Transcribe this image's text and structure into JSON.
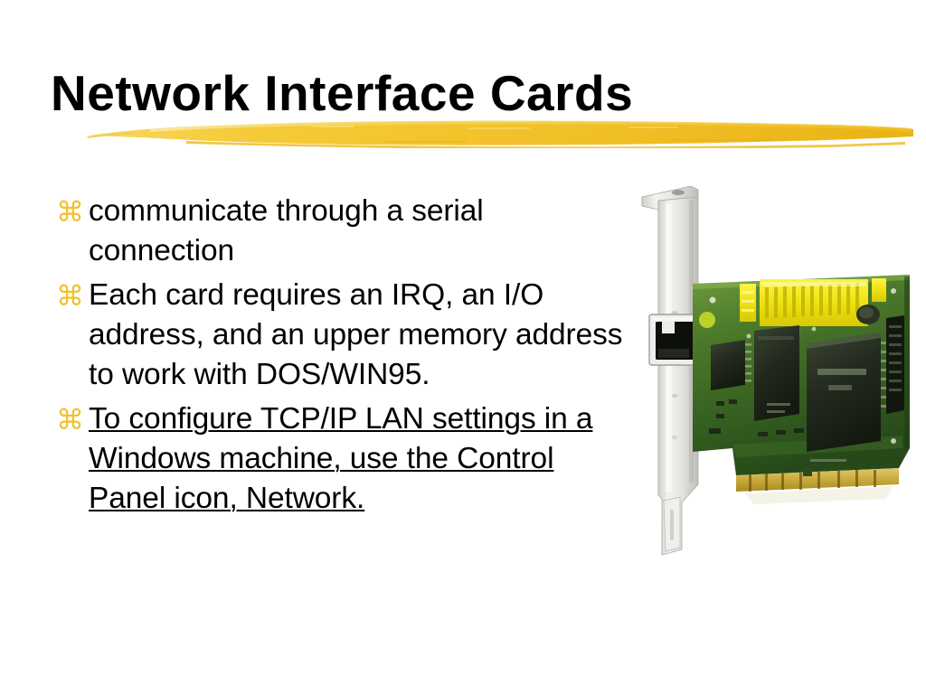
{
  "slide": {
    "title": "Network Interface Cards",
    "background_color": "#FFFFFF",
    "title_color": "#000000",
    "accent_color": "#F2C12E",
    "bullet_glyph": "⌘",
    "bullet_glyph_name": "wingdings-z-command-bullet",
    "bullets": [
      {
        "text": "communicate through a serial connection",
        "underlined": false
      },
      {
        "text": "Each card requires an IRQ, an I/O address, and an upper memory address to work with DOS/WIN95.",
        "underlined": false
      },
      {
        "text": "To configure TCP/IP LAN settings in a Windows machine, use the Control Panel icon, Network.",
        "underlined": true
      }
    ],
    "image": {
      "name": "pci-network-interface-card-photo",
      "description": "Photograph of a PCI network interface card with metal mounting bracket, RJ-45 jack, green printed circuit board, yellow connector header, black integrated circuits and gold edge connector fingers",
      "colors": {
        "pcb_green": "#2F5B22",
        "pcb_green_light": "#5C8A33",
        "bracket_metal": "#E8E8E6",
        "connector_yellow": "#F2E313",
        "chip_black": "#1E2418",
        "gold_fingers": "#C9A227"
      }
    }
  }
}
